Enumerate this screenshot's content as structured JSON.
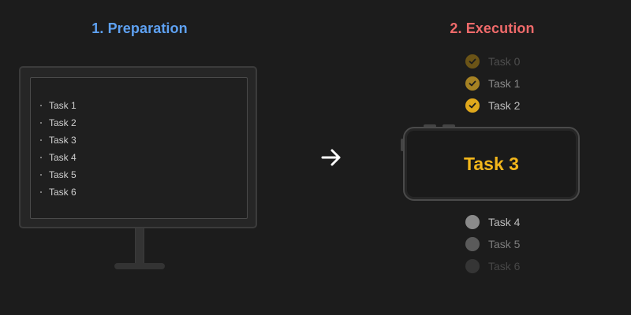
{
  "preparation": {
    "heading": "1. Preparation",
    "heading_color": "#5ea1f2",
    "tasks": [
      "Task 1",
      "Task 2",
      "Task 3",
      "Task 4",
      "Task 5",
      "Task 6"
    ]
  },
  "execution": {
    "heading": "2. Execution",
    "heading_color": "#ef6a6a",
    "accent_color": "#f2b61b",
    "completed": [
      {
        "label": "Task 0",
        "icon": "check-circle-icon"
      },
      {
        "label": "Task 1",
        "icon": "check-circle-icon"
      },
      {
        "label": "Task 2",
        "icon": "check-circle-icon"
      }
    ],
    "current": {
      "label": "Task 3"
    },
    "pending": [
      {
        "label": "Task 4",
        "icon": "circle-icon"
      },
      {
        "label": "Task 5",
        "icon": "circle-icon"
      },
      {
        "label": "Task 6",
        "icon": "circle-icon"
      }
    ]
  },
  "arrow_icon": "arrow-right-icon"
}
